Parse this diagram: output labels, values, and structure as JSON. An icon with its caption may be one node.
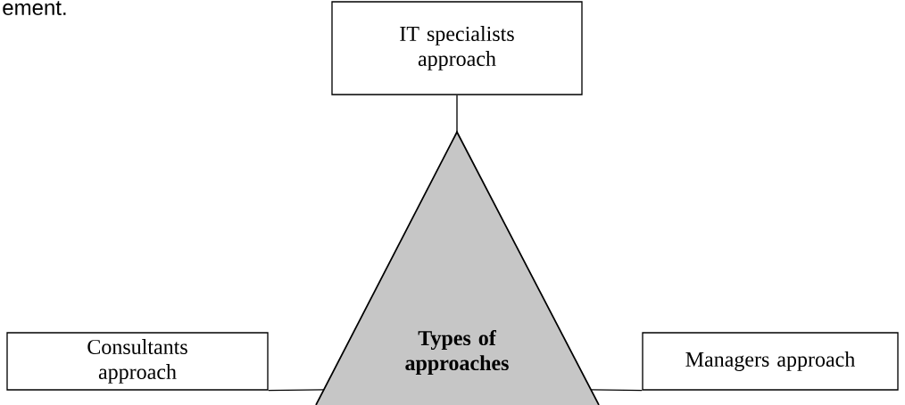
{
  "diagram": {
    "nodes": [
      {
        "text": [
          "IT specialists approach"
        ]
      },
      {
        "text": [
          "Consultants approach"
        ]
      },
      {
        "text": [
          "Types of approaches"
        ]
      },
      {
        "text": [
          "Managers approach"
        ]
      }
    ],
    "edges": [
      {
        "from": 0,
        "to": 2,
        "arrow": "none"
      },
      {
        "from": 1,
        "to": 2,
        "arrow": "none"
      },
      {
        "from": 3,
        "to": 2,
        "arrow": "none"
      }
    ],
    "labels": [
      "ement."
    ]
  }
}
